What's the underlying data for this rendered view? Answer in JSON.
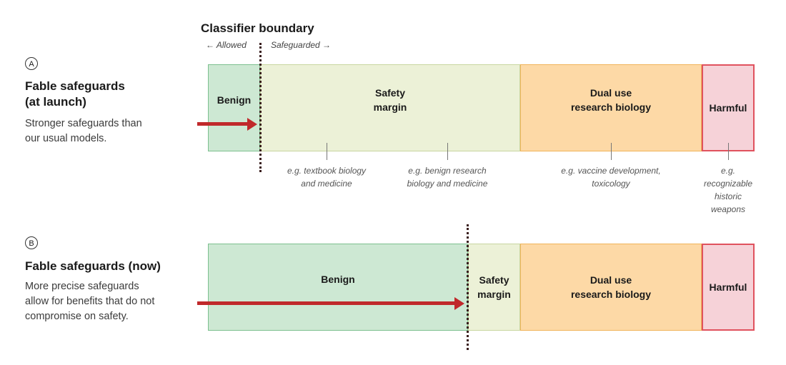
{
  "header": {
    "boundary_title": "Classifier boundary",
    "allowed": "← Allowed",
    "safeguarded": "Safeguarded →"
  },
  "section_a": {
    "badge": "A",
    "title_line1": "Fable safeguards",
    "title_line2": "(at launch)",
    "desc_line1": "Stronger safeguards than",
    "desc_line2": "our usual models.",
    "segments": {
      "benign": "Benign",
      "margin_line1": "Safety",
      "margin_line2": "margin",
      "dual_line1": "Dual use",
      "dual_line2": "research biology",
      "harmful": "Harmful"
    },
    "examples": [
      "e.g. textbook biology\nand medicine",
      "e.g. benign research\nbiology and medicine",
      "e.g. vaccine development,\ntoxicology",
      "e.g. recognizable\nhistoric weapons"
    ]
  },
  "section_b": {
    "badge": "B",
    "title": "Fable safeguards (now)",
    "desc_line1": "More precise safeguards",
    "desc_line2": "allow for benefits that do not",
    "desc_line3": "compromise on safety.",
    "segments": {
      "benign": "Benign",
      "margin_line1": "Safety",
      "margin_line2": "margin",
      "dual_line1": "Dual use",
      "dual_line2": "research biology",
      "harmful": "Harmful"
    }
  },
  "colors": {
    "benign": "#cde8d3",
    "safety_margin": "#ecf1d7",
    "dual_use": "#fdd9a6",
    "harmful": "#f6d2d8",
    "arrow": "#c0292b",
    "boundary": "#3a1e1e"
  }
}
